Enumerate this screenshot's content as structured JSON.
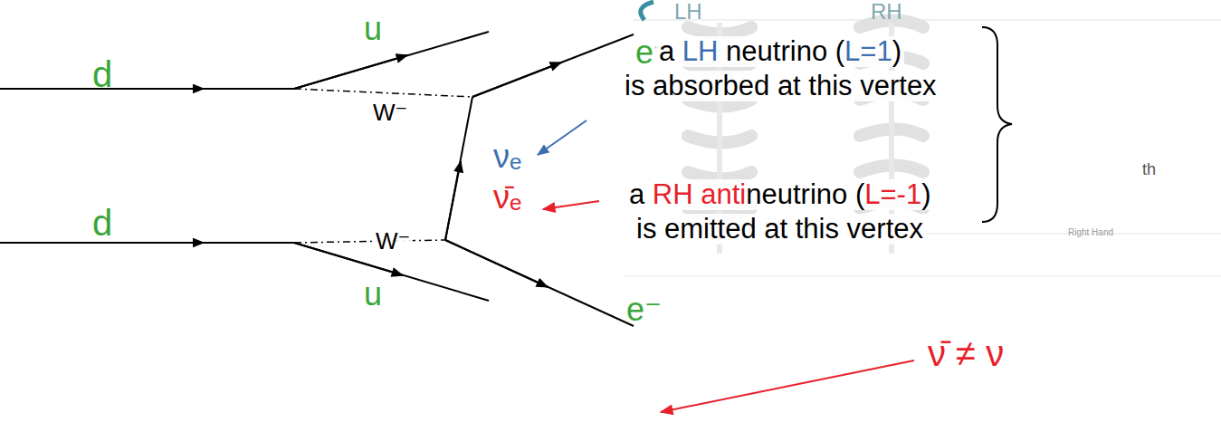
{
  "diagram": {
    "labels": [
      "LH",
      "RH",
      "d",
      "u",
      "e⁻",
      "W⁻",
      "νₑ",
      "ν̄ₑ",
      "W⁻",
      "d",
      "u",
      "e⁻",
      "a LH neutrino (L=1)",
      "is absorbed at this vertex",
      "a RH antineutrino (L=-1)",
      "is emitted at this vertex",
      "th",
      "Right Hand",
      "ν̄ ≠ ν"
    ]
  }
}
